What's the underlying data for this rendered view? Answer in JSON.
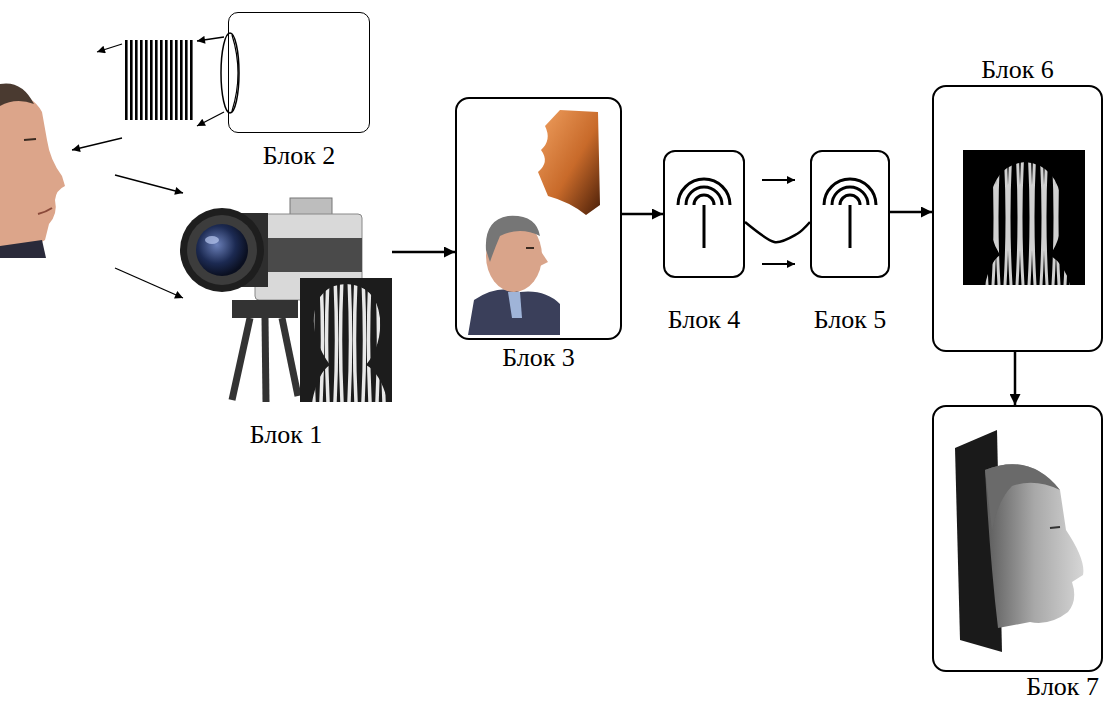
{
  "diagram": {
    "nodes": [
      {
        "text": [
          "Блок 1"
        ]
      },
      {
        "text": [
          "Блок 2"
        ]
      },
      {
        "text": [
          "Блок 3"
        ]
      },
      {
        "text": [
          "Блок 4"
        ]
      },
      {
        "text": [
          "Блок 5"
        ]
      },
      {
        "text": [
          "Блок 6"
        ]
      },
      {
        "text": [
          "Блок 7"
        ]
      }
    ],
    "edges": [
      {
        "from": 0,
        "to": 2,
        "arrow": "to"
      },
      {
        "from": 2,
        "to": 3,
        "arrow": "to"
      },
      {
        "from": 3,
        "to": 4,
        "arrow": "none"
      },
      {
        "from": 4,
        "to": 5,
        "arrow": "to"
      },
      {
        "from": 5,
        "to": 6,
        "arrow": "to"
      }
    ]
  }
}
